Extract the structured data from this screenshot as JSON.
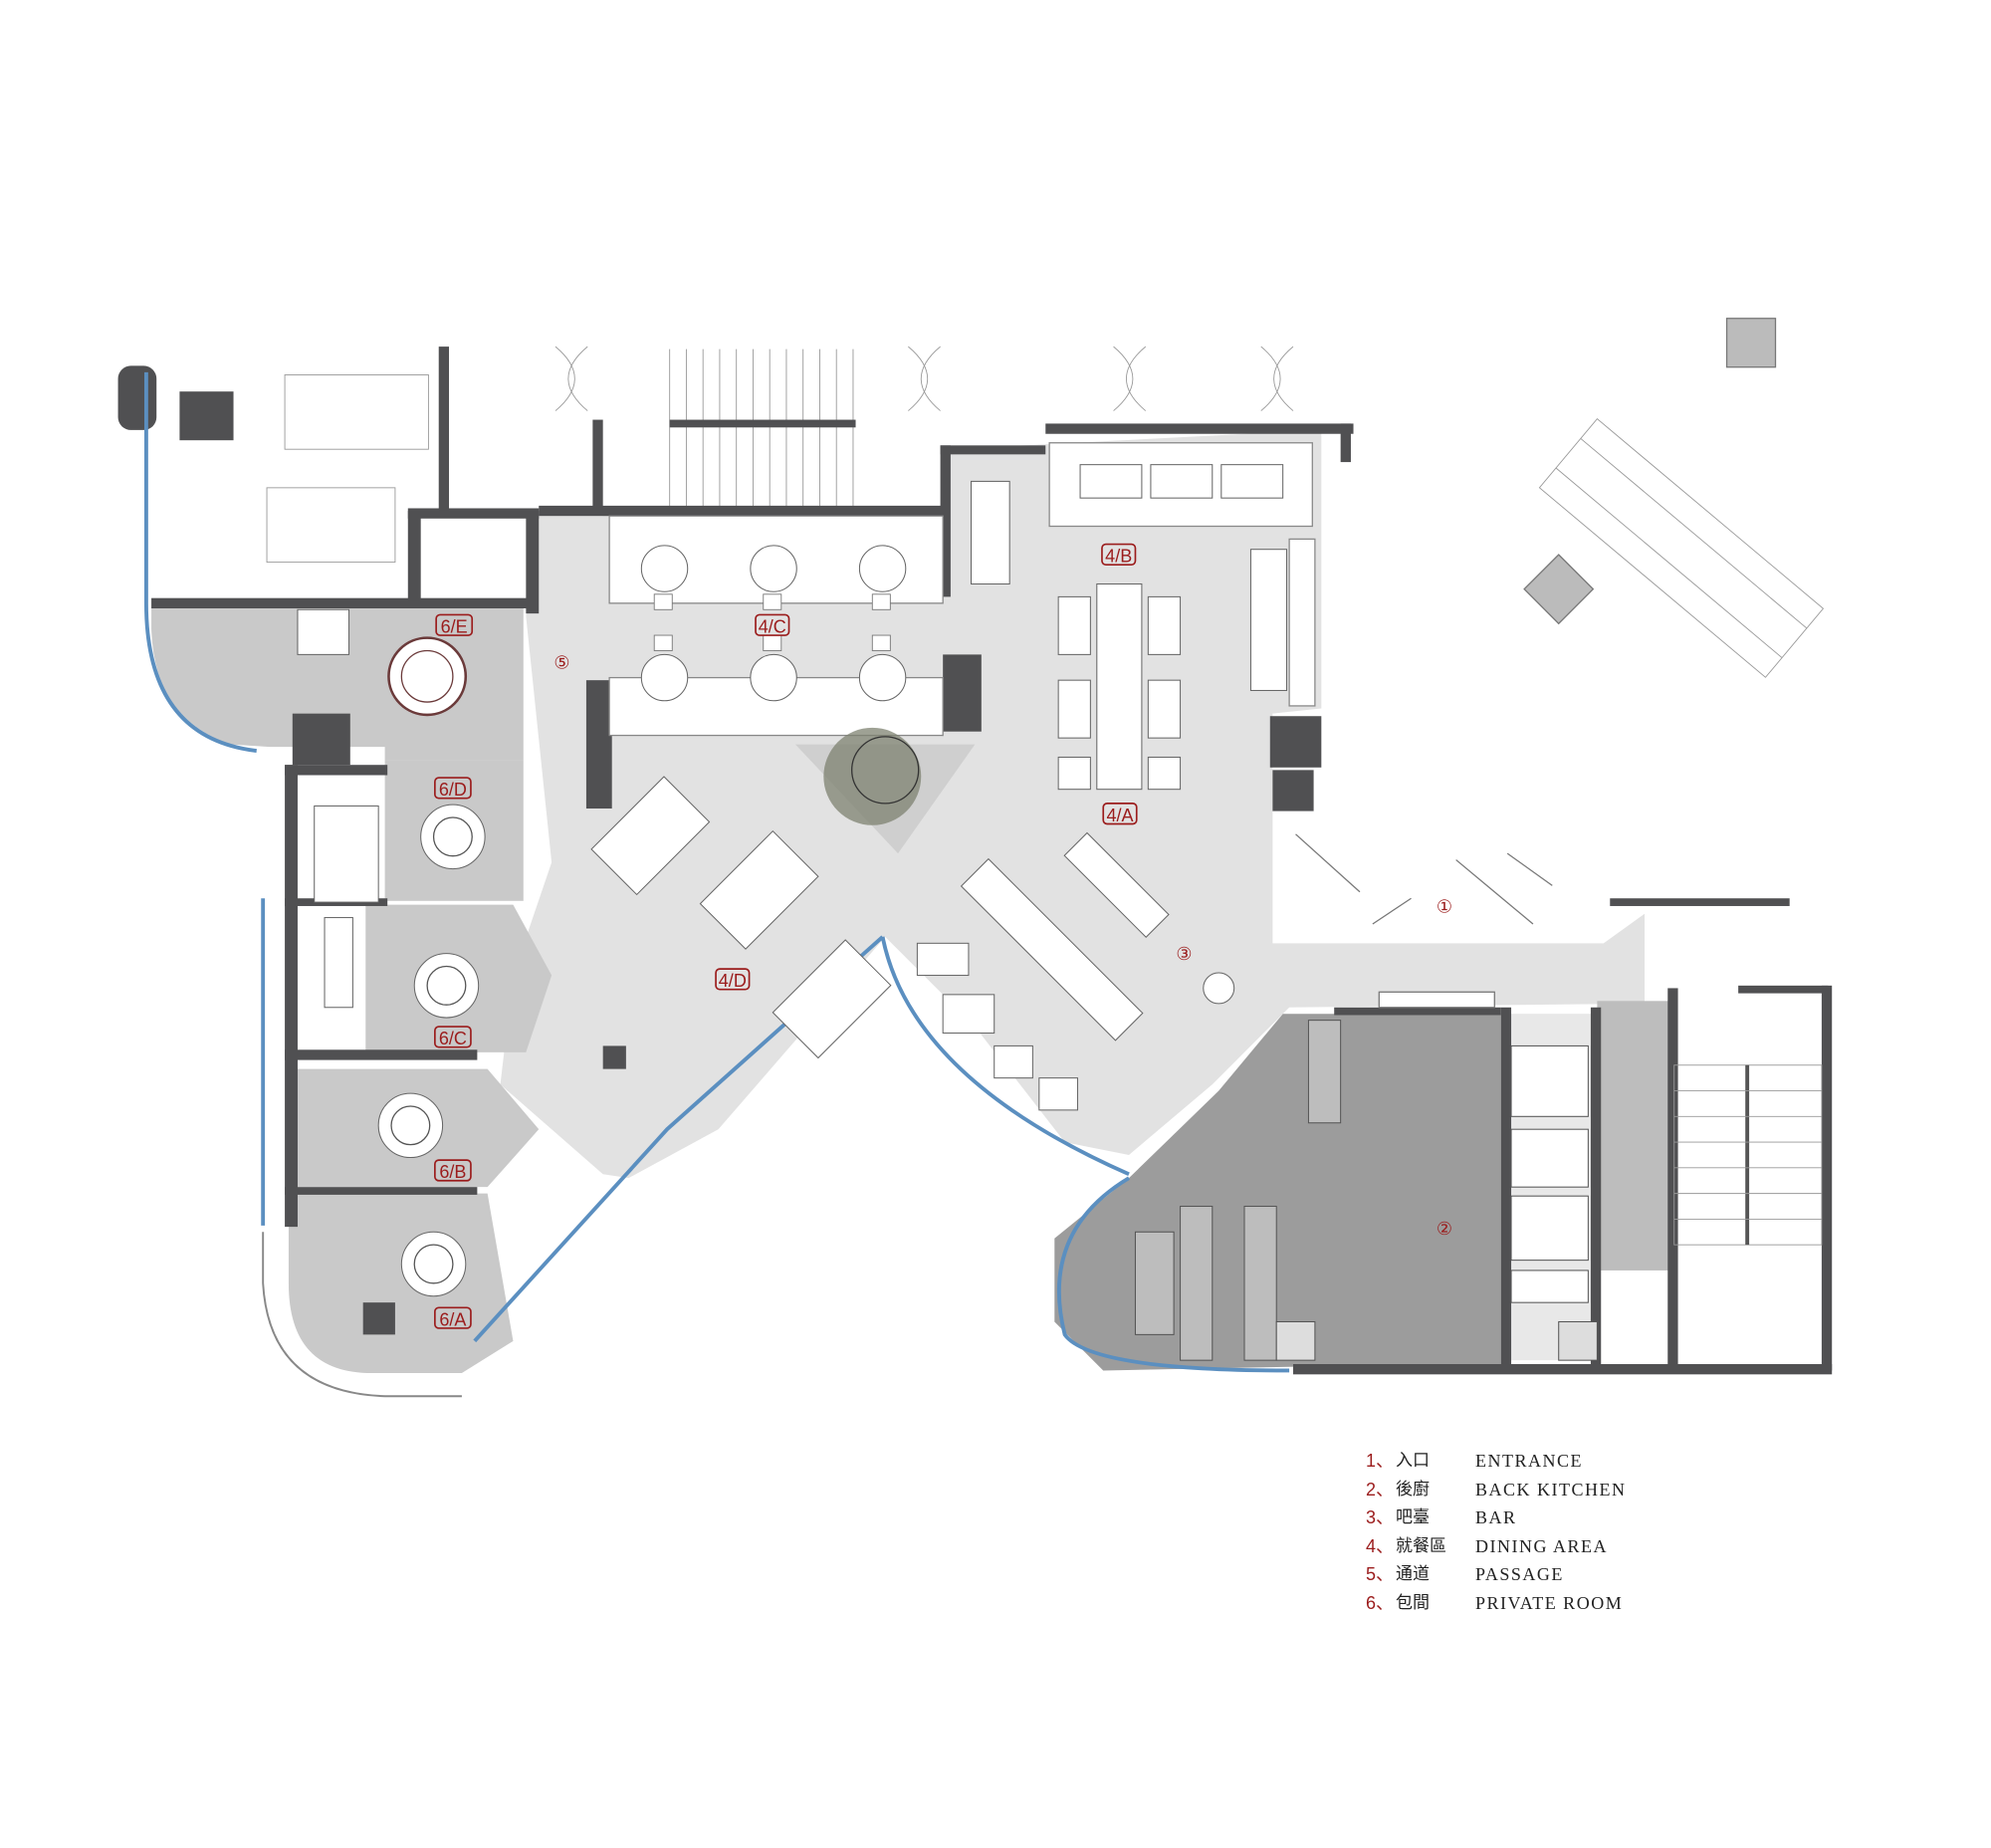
{
  "area_labels": {
    "entrance": "①",
    "kitchen": "②",
    "bar": "③",
    "passage": "⑤",
    "dining_4a": "4/A",
    "dining_4b": "4/B",
    "dining_4c": "4/C",
    "dining_4d": "4/D",
    "room_6a": "6/A",
    "room_6b": "6/B",
    "room_6c": "6/C",
    "room_6d": "6/D",
    "room_6e": "6/E"
  },
  "legend": [
    {
      "num": "1、",
      "zh": "入口",
      "en": "ENTRANCE"
    },
    {
      "num": "2、",
      "zh": "後廚",
      "en": "BACK KITCHEN"
    },
    {
      "num": "3、",
      "zh": "吧臺",
      "en": "BAR"
    },
    {
      "num": "4、",
      "zh": "就餐區",
      "en": "DINING AREA"
    },
    {
      "num": "5、",
      "zh": "通道",
      "en": "PASSAGE"
    },
    {
      "num": "6、",
      "zh": "包間",
      "en": "PRIVATE ROOM"
    }
  ],
  "colors": {
    "label": "#9b1c1c",
    "wall": "#505052",
    "floor": "#e2e2e2",
    "room": "#c9c9c9",
    "kitchen": "#9c9c9c",
    "glass": "#5b8fc0"
  }
}
